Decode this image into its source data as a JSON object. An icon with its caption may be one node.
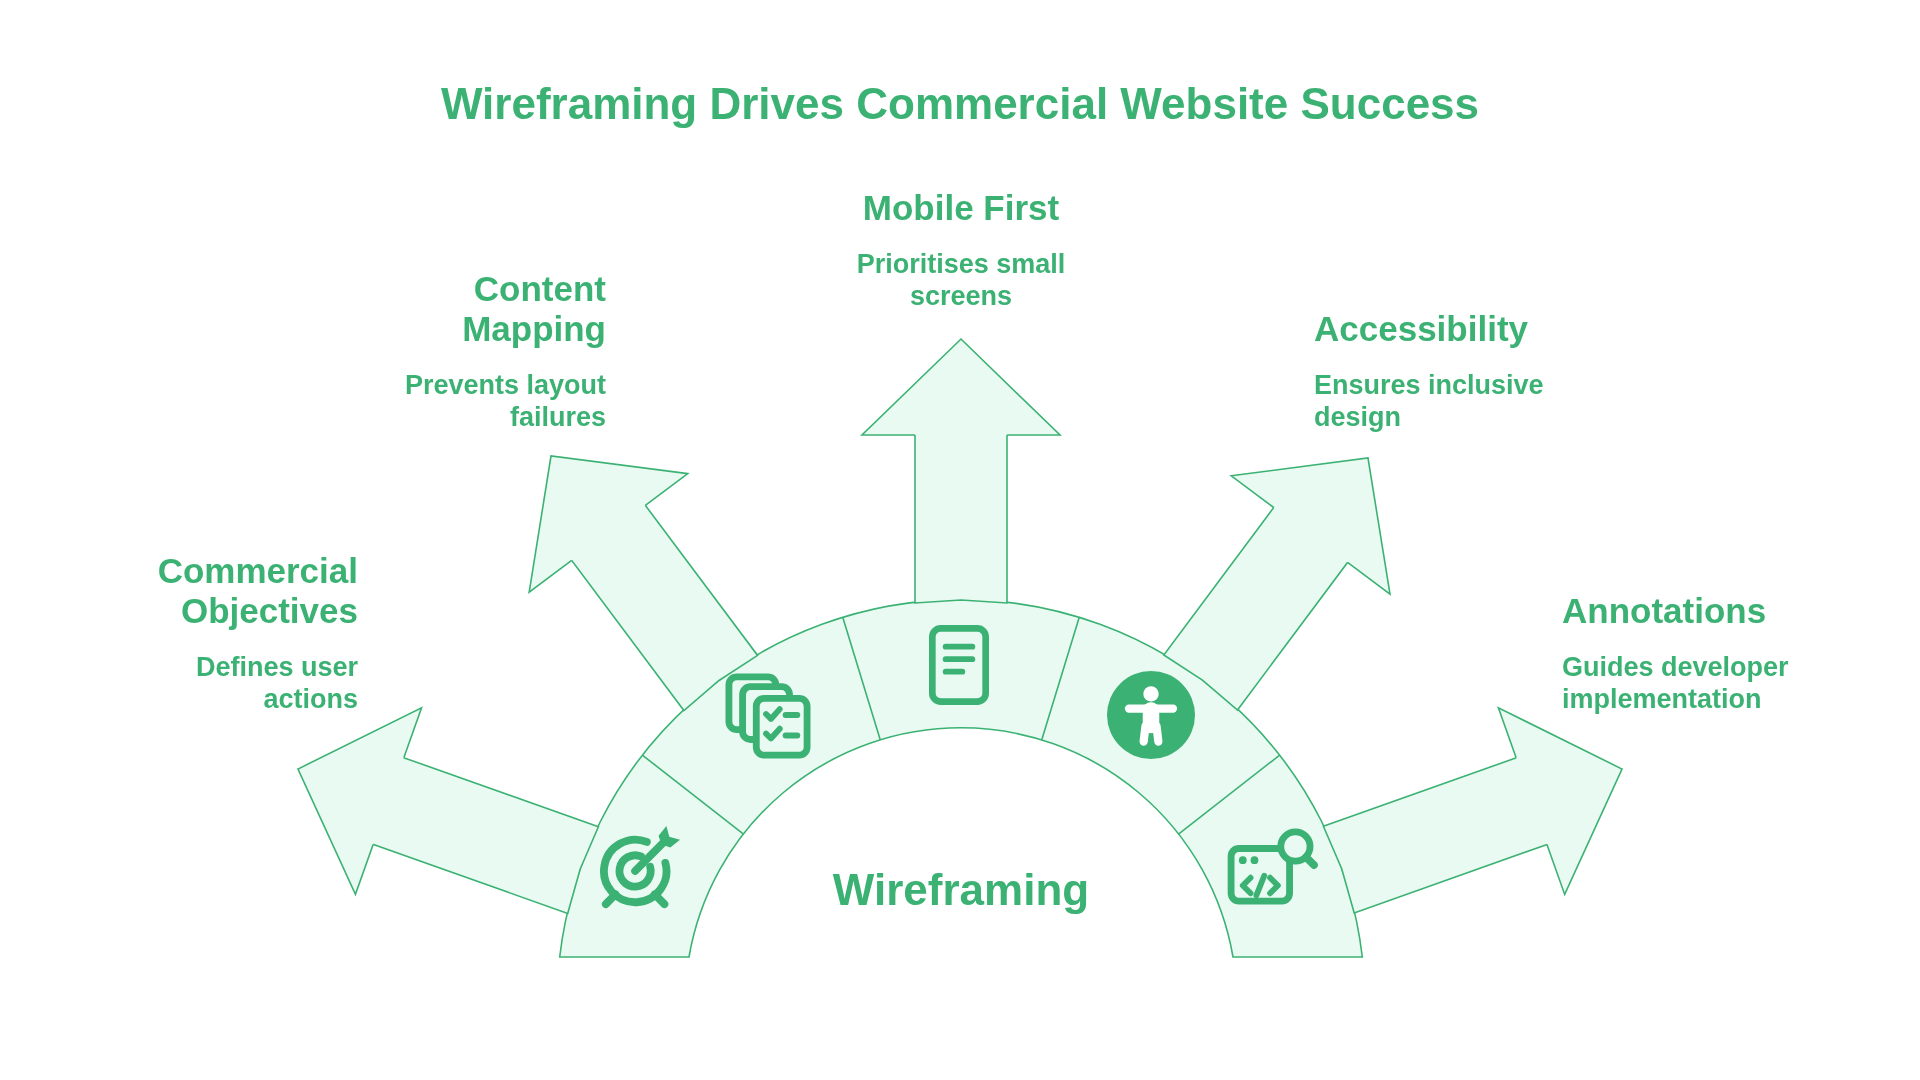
{
  "diagram": {
    "title": "Wireframing Drives Commercial Website Success",
    "nodes": [
      {
        "text": [
          "Wireframing"
        ]
      },
      {
        "text": [
          "Commercial Objectives",
          "Defines user actions"
        ]
      },
      {
        "text": [
          "Content Mapping",
          "Prevents layout failures"
        ]
      },
      {
        "text": [
          "Mobile First",
          "Prioritises small screens"
        ]
      },
      {
        "text": [
          "Accessibility",
          "Ensures inclusive design"
        ]
      },
      {
        "text": [
          "Annotations",
          "Guides developer implementation"
        ]
      }
    ],
    "edges": [
      {
        "from": 0,
        "to": 1,
        "arrow": "to"
      },
      {
        "from": 0,
        "to": 2,
        "arrow": "to"
      },
      {
        "from": 0,
        "to": 3,
        "arrow": "to"
      },
      {
        "from": 0,
        "to": 4,
        "arrow": "to"
      },
      {
        "from": 0,
        "to": 5,
        "arrow": "to"
      }
    ]
  }
}
